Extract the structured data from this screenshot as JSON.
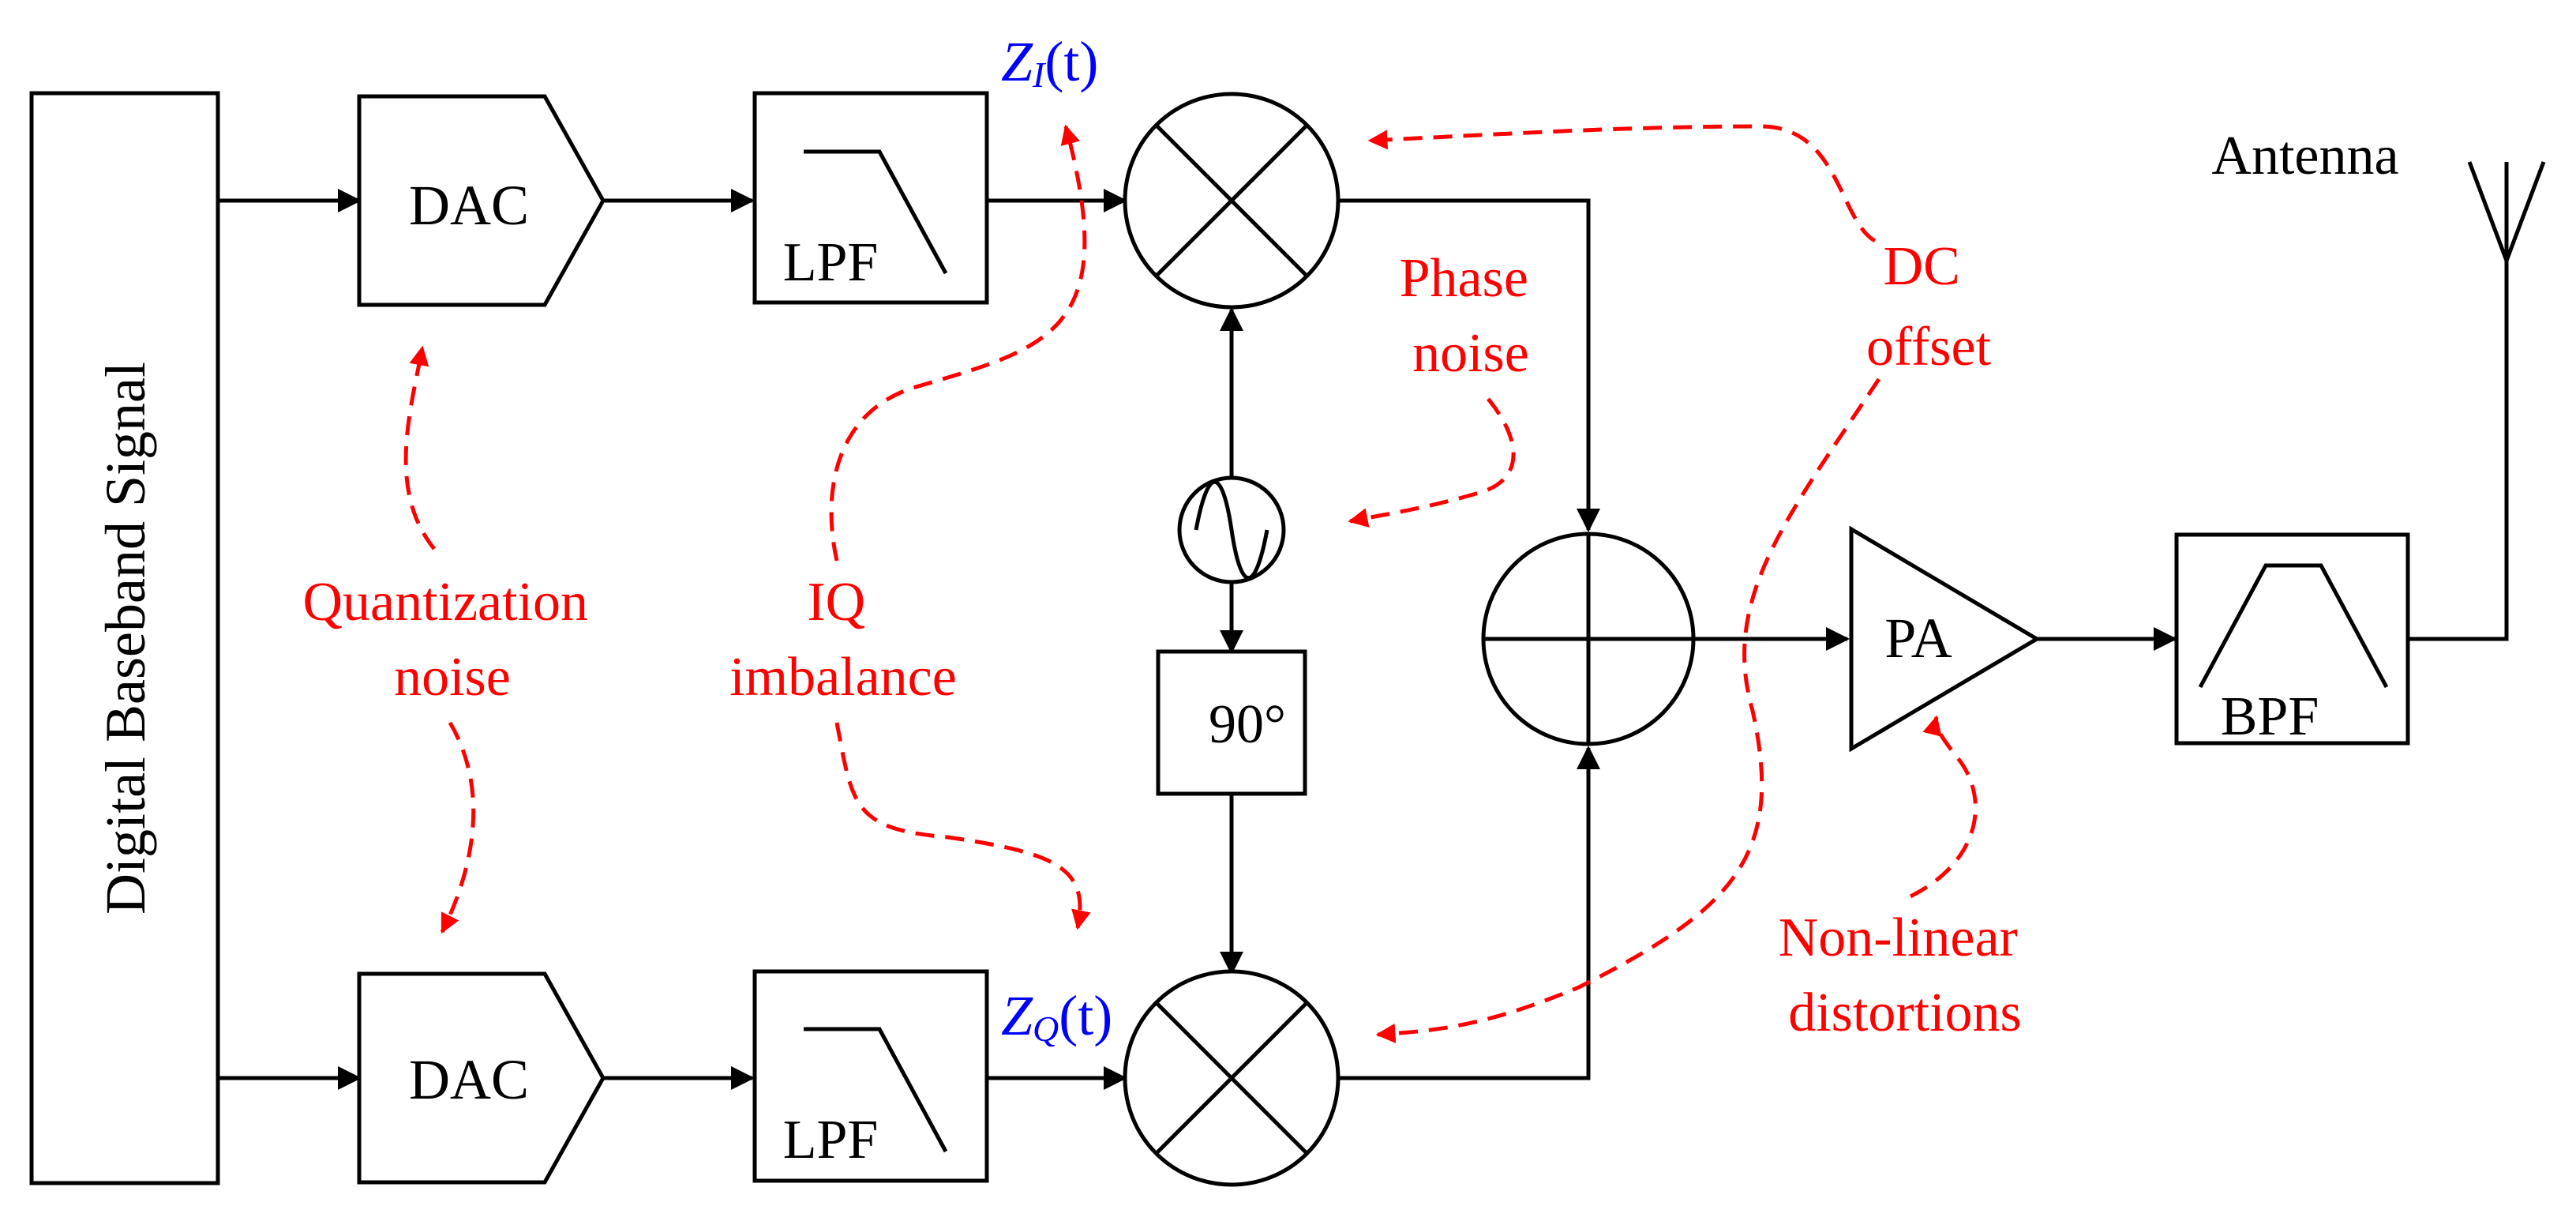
{
  "colors": {
    "block": "#000000",
    "impairment": "#ff0000",
    "signal_label": "#0000ff"
  },
  "blocks": {
    "source": "Digital Baseband Signal",
    "dac_top": "DAC",
    "dac_bottom": "DAC",
    "lpf_top": "LPF",
    "lpf_bottom": "LPF",
    "phase_shift": "90°",
    "power_amp": "PA",
    "bpf": "BPF",
    "antenna": "Antenna"
  },
  "signals": {
    "zi_main": "Z",
    "zi_sub": "I",
    "zi_arg": "(t)",
    "zq_main": "Z",
    "zq_sub": "Q",
    "zq_arg": "(t)"
  },
  "impairments": {
    "quantization_line1": "Quantization",
    "quantization_line2": "noise",
    "iq_line1": "IQ",
    "iq_line2": "imbalance",
    "phase_line1": "Phase",
    "phase_line2": "noise",
    "dc_line1": "DC",
    "dc_line2": "offset",
    "nonlinear_line1": "Non-linear",
    "nonlinear_line2": "distortions"
  },
  "icons": {
    "mixer": "mixer-x-icon",
    "oscillator": "sine-oscillator-icon",
    "adder": "summer-icon",
    "antenna": "antenna-icon",
    "lowpass": "lowpass-response-icon",
    "bandpass": "bandpass-response-icon"
  }
}
